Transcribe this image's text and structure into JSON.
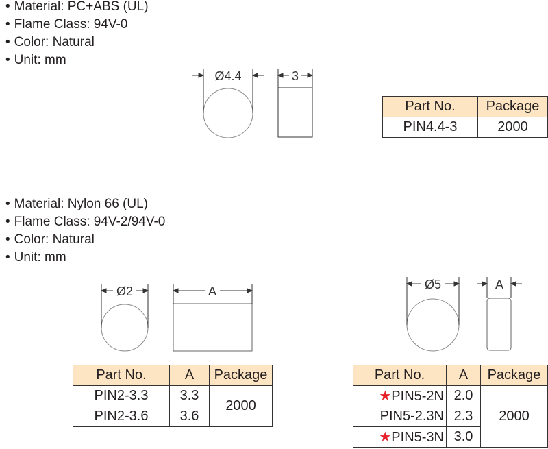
{
  "section1": {
    "specs": [
      "Material: PC+ABS (UL)",
      "Flame Class: 94V-0",
      "Color: Natural",
      "Unit: mm"
    ],
    "dims": {
      "diameter": "Ø4.4",
      "length": "3"
    },
    "table": {
      "headers": [
        "Part No.",
        "Package"
      ],
      "rows": [
        {
          "part": "PIN4.4-3",
          "package": "2000"
        }
      ]
    }
  },
  "section2": {
    "specs": [
      "Material: Nylon 66 (UL)",
      "Flame Class: 94V-2/94V-0",
      "Color: Natural",
      "Unit: mm"
    ],
    "left": {
      "dims": {
        "diameter": "Ø2",
        "length": "A"
      },
      "table": {
        "headers": [
          "Part No.",
          "A",
          "Package"
        ],
        "rows": [
          {
            "part": "PIN2-3.3",
            "a": "3.3"
          },
          {
            "part": "PIN2-3.6",
            "a": "3.6"
          }
        ],
        "package": "2000"
      }
    },
    "right": {
      "dims": {
        "diameter": "Ø5",
        "length": "A"
      },
      "table": {
        "headers": [
          "Part No.",
          "A",
          "Package"
        ],
        "rows": [
          {
            "star": "★",
            "part": "PIN5-2N",
            "a": "2.0"
          },
          {
            "star": "",
            "part": "PIN5-2.3N",
            "a": "2.3"
          },
          {
            "star": "★",
            "part": "PIN5-3N",
            "a": "3.0"
          }
        ],
        "package": "2000"
      }
    }
  },
  "colors": {
    "header_bg": "#fde5c3",
    "star": "#e8202a"
  }
}
